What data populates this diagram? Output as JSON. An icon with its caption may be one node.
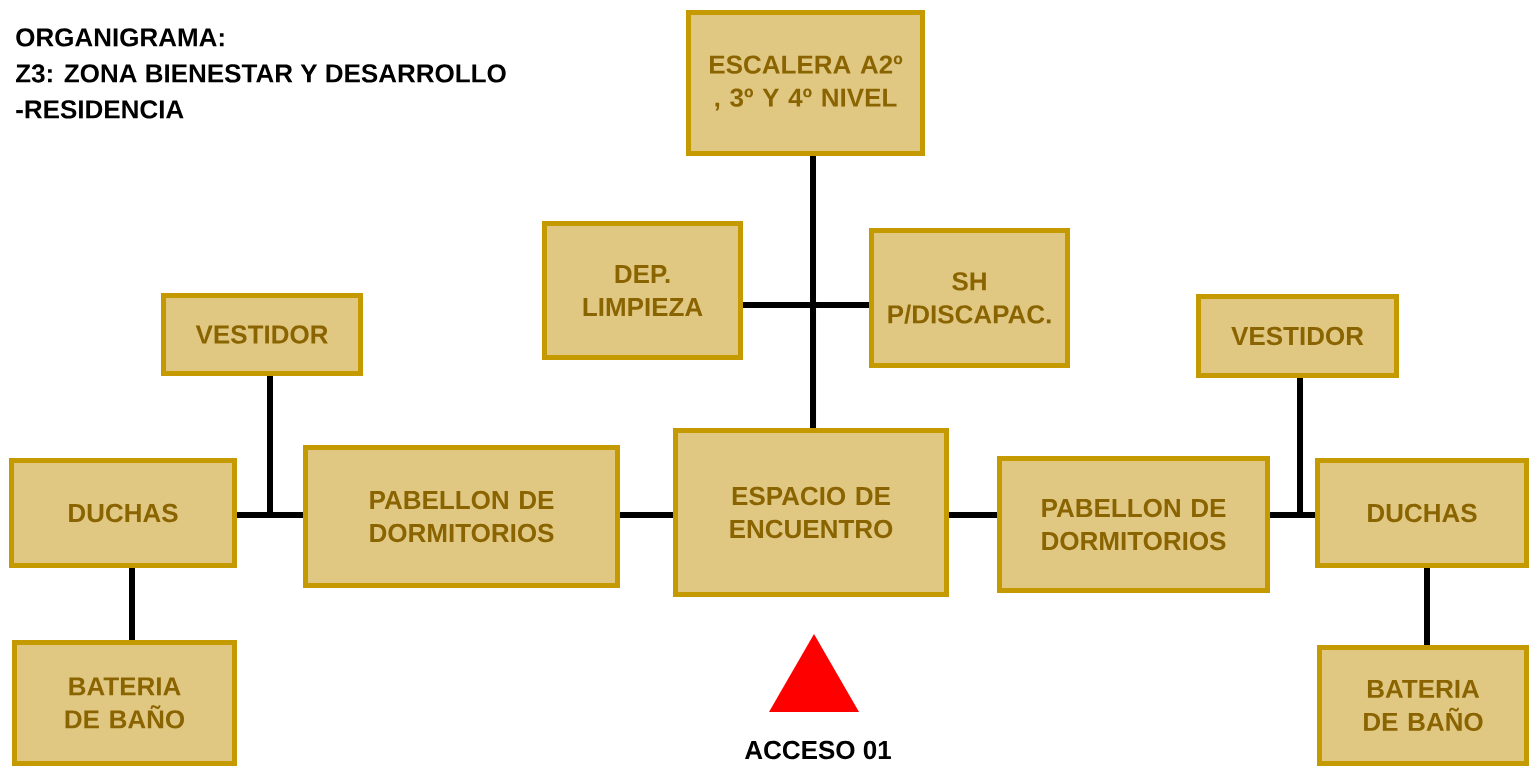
{
  "diagram": {
    "title": "ORGANIGRAMA: Z3: ZONA BIENESTAR Y DESARROLLO -RESIDENCIA",
    "nodes": [
      {
        "text": [
          "ESCALERA A2º , 3º Y 4º NIVEL"
        ]
      },
      {
        "text": [
          "DEP. LIMPIEZA"
        ]
      },
      {
        "text": [
          "SH P/DISCAPAC."
        ]
      },
      {
        "text": [
          "VESTIDOR"
        ]
      },
      {
        "text": [
          "VESTIDOR"
        ]
      },
      {
        "text": [
          "DUCHAS"
        ]
      },
      {
        "text": [
          "PABELLON DE DORMITORIOS"
        ]
      },
      {
        "text": [
          "ESPACIO DE ENCUENTRO"
        ]
      },
      {
        "text": [
          "PABELLON DE DORMITORIOS"
        ]
      },
      {
        "text": [
          "DUCHAS"
        ]
      },
      {
        "text": [
          "BATERIA DE BAÑO"
        ]
      },
      {
        "text": [
          "BATERIA DE BAÑO"
        ]
      },
      {
        "text": [
          "ACCESO 01"
        ]
      }
    ],
    "edges": [
      {
        "from": 0,
        "to": 7,
        "arrow": "none"
      },
      {
        "from": 1,
        "to": 7,
        "arrow": "none"
      },
      {
        "from": 2,
        "to": 7,
        "arrow": "none"
      },
      {
        "from": 3,
        "to": 6,
        "arrow": "none"
      },
      {
        "from": 5,
        "to": 6,
        "arrow": "none"
      },
      {
        "from": 6,
        "to": 7,
        "arrow": "none"
      },
      {
        "from": 7,
        "to": 8,
        "arrow": "none"
      },
      {
        "from": 8,
        "to": 9,
        "arrow": "none"
      },
      {
        "from": 4,
        "to": 9,
        "arrow": "none"
      },
      {
        "from": 5,
        "to": 10,
        "arrow": "none"
      },
      {
        "from": 9,
        "to": 11,
        "arrow": "none"
      }
    ]
  }
}
